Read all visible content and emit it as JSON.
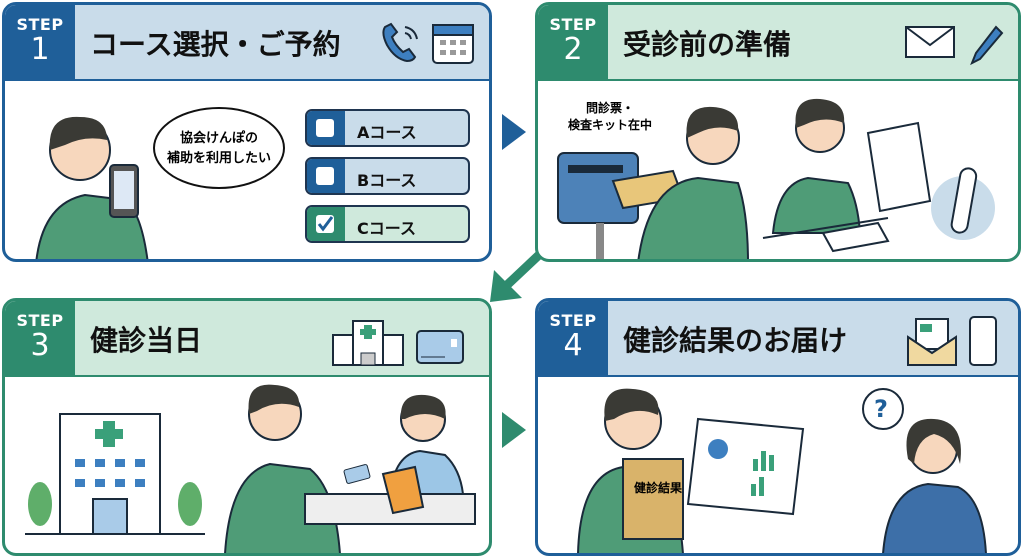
{
  "steps": [
    {
      "label": "STEP",
      "number": "1",
      "title": "コース選択・ご予約",
      "icons": [
        "phone-icon",
        "calendar-icon"
      ]
    },
    {
      "label": "STEP",
      "number": "2",
      "title": "受診前の準備",
      "icons": [
        "envelope-icon",
        "pen-icon"
      ]
    },
    {
      "label": "STEP",
      "number": "3",
      "title": "健診当日",
      "icons": [
        "hospital-icon",
        "insurance-card-icon"
      ]
    },
    {
      "label": "STEP",
      "number": "4",
      "title": "健診結果のお届け",
      "icons": [
        "mail-document-icon",
        "smartphone-icon"
      ]
    }
  ],
  "step1": {
    "speech": [
      "協会けんぽの",
      "補助を利用したい"
    ],
    "courses": [
      {
        "label": "Aコース",
        "checked": false
      },
      {
        "label": "Bコース",
        "checked": false
      },
      {
        "label": "Cコース",
        "checked": true
      }
    ]
  },
  "step2": {
    "note": [
      "問診票・",
      "検査キット在中"
    ]
  },
  "step4": {
    "envelope_label": "健診結果",
    "question": "?"
  },
  "colors": {
    "blue": "#1f5f99",
    "green": "#2e8b6e",
    "sweater": "#4f9c77"
  }
}
